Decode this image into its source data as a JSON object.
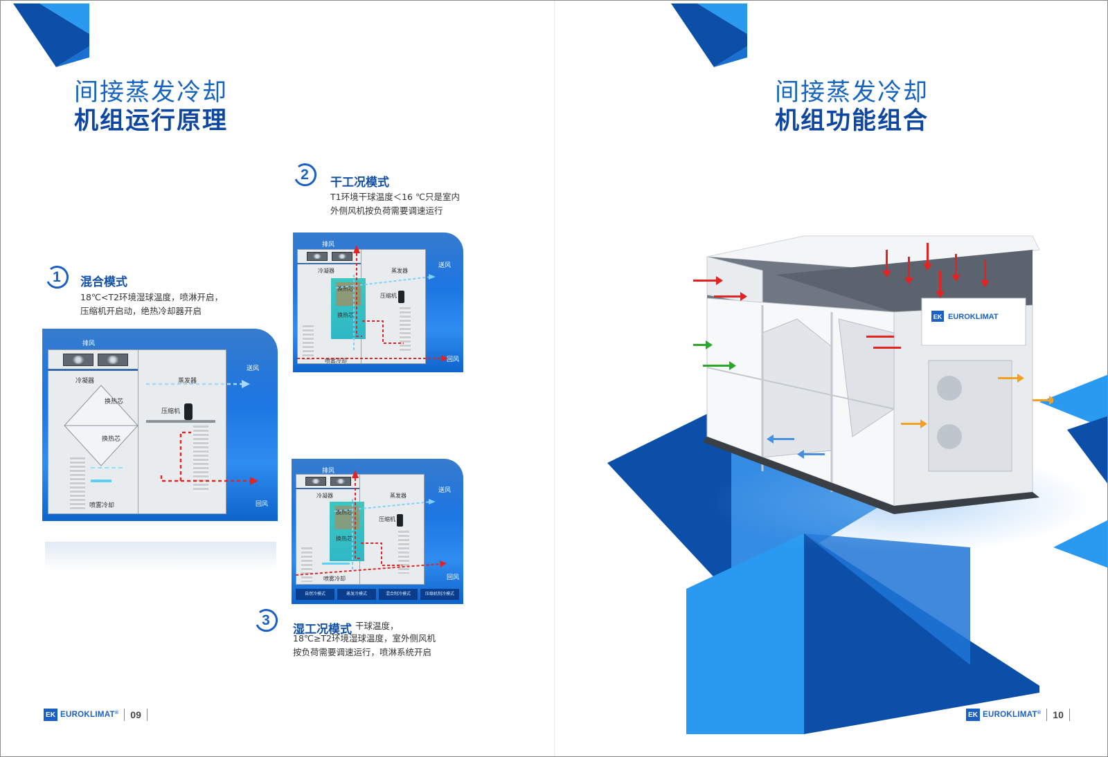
{
  "left_page": {
    "title_line1": "间接蒸发冷却",
    "title_line2": "机组运行原理",
    "modes": [
      {
        "number": "1",
        "title": "混合模式",
        "desc_line1": "18℃<T2环境湿球温度，喷淋开启，",
        "desc_line2": "压缩机开启动，绝热冷却器开启"
      },
      {
        "number": "2",
        "title": "干工况模式",
        "desc_line1": "T1环境干球温度＜16 ℃只是室内",
        "desc_line2": "外侧风机按负荷需要调速运行"
      },
      {
        "number": "3",
        "title": "湿工况模式",
        "desc_line1": "干球温度，",
        "desc_line2": "18℃≥T2环境湿球温度，室外侧风机",
        "desc_line3": "按负荷需要调速运行，喷淋系统开启"
      }
    ],
    "diagram_labels": {
      "exhaust": "排风",
      "condenser": "冷凝器",
      "evaporator": "蒸发器",
      "heat_core": "换热芯",
      "compressor": "压缩机",
      "supply_air": "送风",
      "return_air": "回风",
      "spray_cooling": "喷雾冷却"
    },
    "diagram3_tabs": [
      "自然冷模式",
      "蒸发冷模式",
      "混合制冷模式",
      "压缩机制冷模式"
    ],
    "footer": {
      "logo_mark": "EK",
      "brand": "EUROKLIMAT",
      "reg": "®",
      "page": "09"
    }
  },
  "right_page": {
    "title_line1": "间接蒸发冷却",
    "title_line2": "机组功能组合",
    "unit_brand_mark": "EK",
    "unit_brand": "EUROKLIMAT",
    "footer": {
      "logo_mark": "EK",
      "brand": "EUROKLIMAT",
      "reg": "®",
      "page": "10"
    }
  },
  "colors": {
    "brand_blue": "#1a5fc4",
    "title_blue": "#1565c0",
    "light_blue": "#2a9af0",
    "dark_blue": "#0b4fa8",
    "arrow_red": "#e32222",
    "arrow_green": "#2aa82a",
    "arrow_orange": "#f5a020"
  }
}
